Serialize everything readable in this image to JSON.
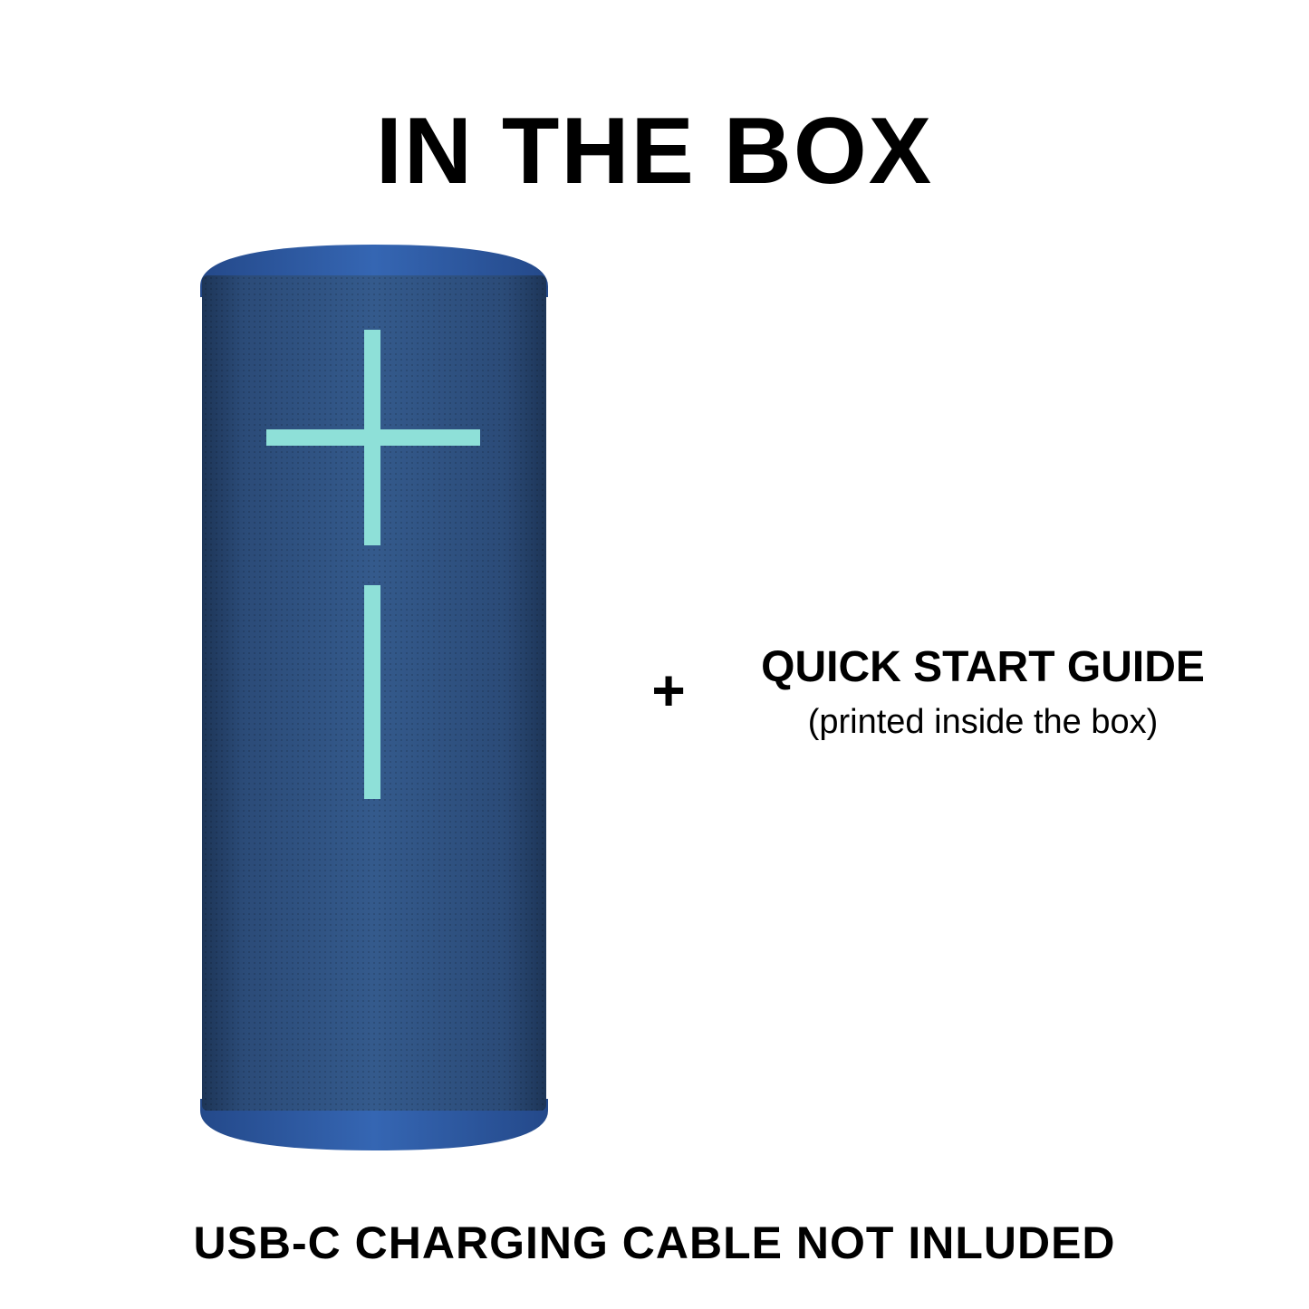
{
  "heading": "IN THE BOX",
  "plus": "+",
  "guide": {
    "title": "QUICK START GUIDE",
    "note": "(printed inside the box)"
  },
  "footer_note": "USB-C CHARGING CABLE NOT INLUDED",
  "colors": {
    "speaker_body": "#2d4f7e",
    "speaker_caps": "#2f5ea6",
    "volume_marks": "#8ee0d8"
  },
  "icons": [
    "speaker-image",
    "plus-icon",
    "minus-icon"
  ]
}
